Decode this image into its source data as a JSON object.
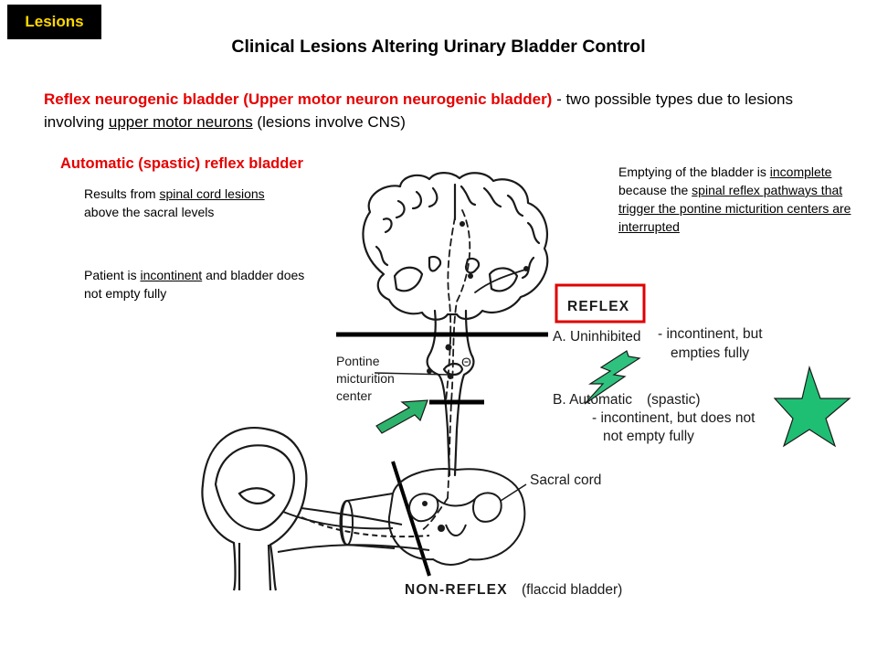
{
  "tag": "Lesions",
  "title": "Clinical Lesions Altering Urinary Bladder Control",
  "intro": {
    "red": "Reflex neurogenic bladder (Upper motor neuron neurogenic bladder)",
    "rest1": " - two possible types due to lesions involving ",
    "underlined": "upper motor neurons",
    "rest2": " (lesions involve CNS)"
  },
  "subheading": "Automatic (spastic) reflex bladder",
  "result1": {
    "pre": "Results from ",
    "u": "spinal cord lesions",
    "post": " above the sacral levels"
  },
  "result2": {
    "pre": "Patient is ",
    "u": "incontinent",
    "post": " and bladder does not empty fully"
  },
  "emptying": {
    "pre": "Emptying of the bladder is ",
    "u1": "incomplete",
    "mid": " because the ",
    "u2": "spinal reflex pathways that trigger the pontine micturition centers are interrupted"
  },
  "diagram": {
    "pontine": [
      "Pontine",
      "micturition",
      "center"
    ],
    "sacral_cord": "Sacral cord",
    "reflex_box": "REFLEX",
    "a_label": "A.  Uninhibited",
    "a_desc": [
      "- incontinent, but",
      "empties fully"
    ],
    "b_label": "B.  Automatic",
    "b_type": "(spastic)",
    "b_desc": [
      "- incontinent, but does not",
      "not empty fully"
    ],
    "nonreflex": "NON-REFLEX",
    "flaccid": "(flaccid bladder)",
    "theta": "Θ"
  },
  "colors": {
    "tag_bg": "#000000",
    "tag_text": "#ffd800",
    "red": "#e60000",
    "reflex_border": "#e00000",
    "lightning": "#2ec27e",
    "arrow": "#2db36b",
    "star": "#1fbf73"
  },
  "icons": [
    "lightning-bolt-icon",
    "arrow-icon",
    "star-icon"
  ]
}
